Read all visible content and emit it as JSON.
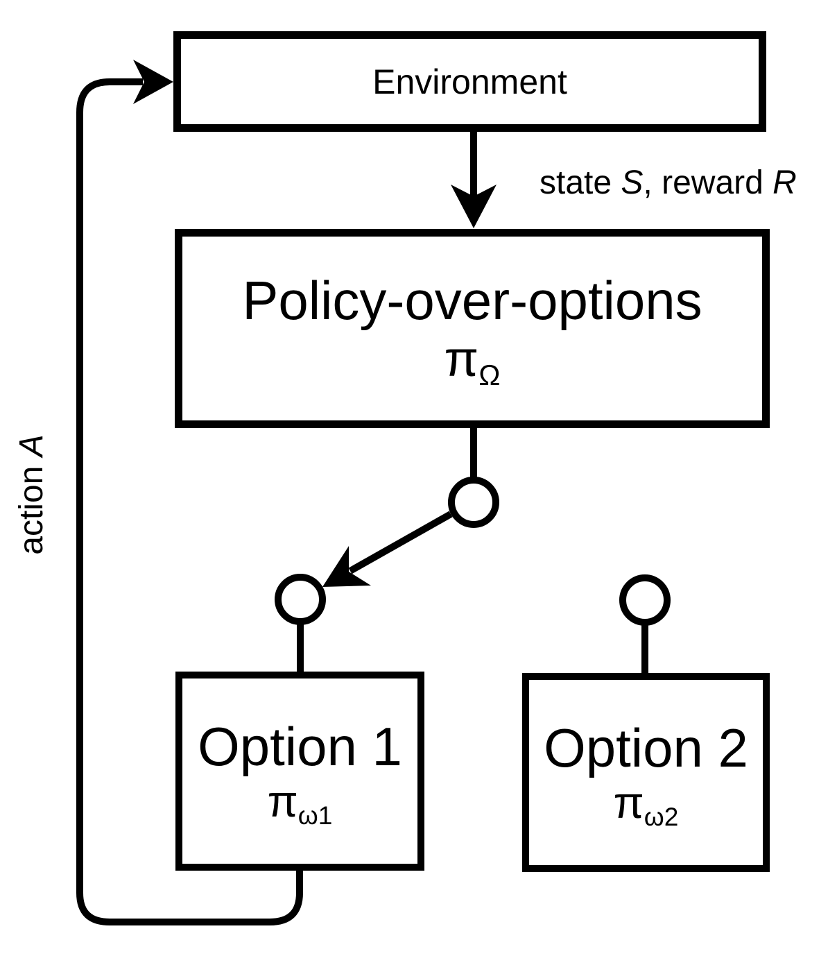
{
  "diagram": {
    "nodes": {
      "environment": {
        "label": "Environment"
      },
      "policy_over_options": {
        "title": "Policy-over-options",
        "pi": "π",
        "sub": "Ω"
      },
      "option1": {
        "title": "Option 1",
        "pi": "π",
        "sub": "ω1"
      },
      "option2": {
        "title": "Option 2",
        "pi": "π",
        "sub": "ω2"
      }
    },
    "edge_labels": {
      "state_reward": {
        "text1": "state ",
        "var1": "S",
        "text2": ", reward ",
        "var2": "R"
      },
      "action": {
        "text1": "action ",
        "var1": "A"
      }
    },
    "colors": {
      "stroke": "#000000",
      "background": "#ffffff",
      "text": "#000000"
    }
  }
}
